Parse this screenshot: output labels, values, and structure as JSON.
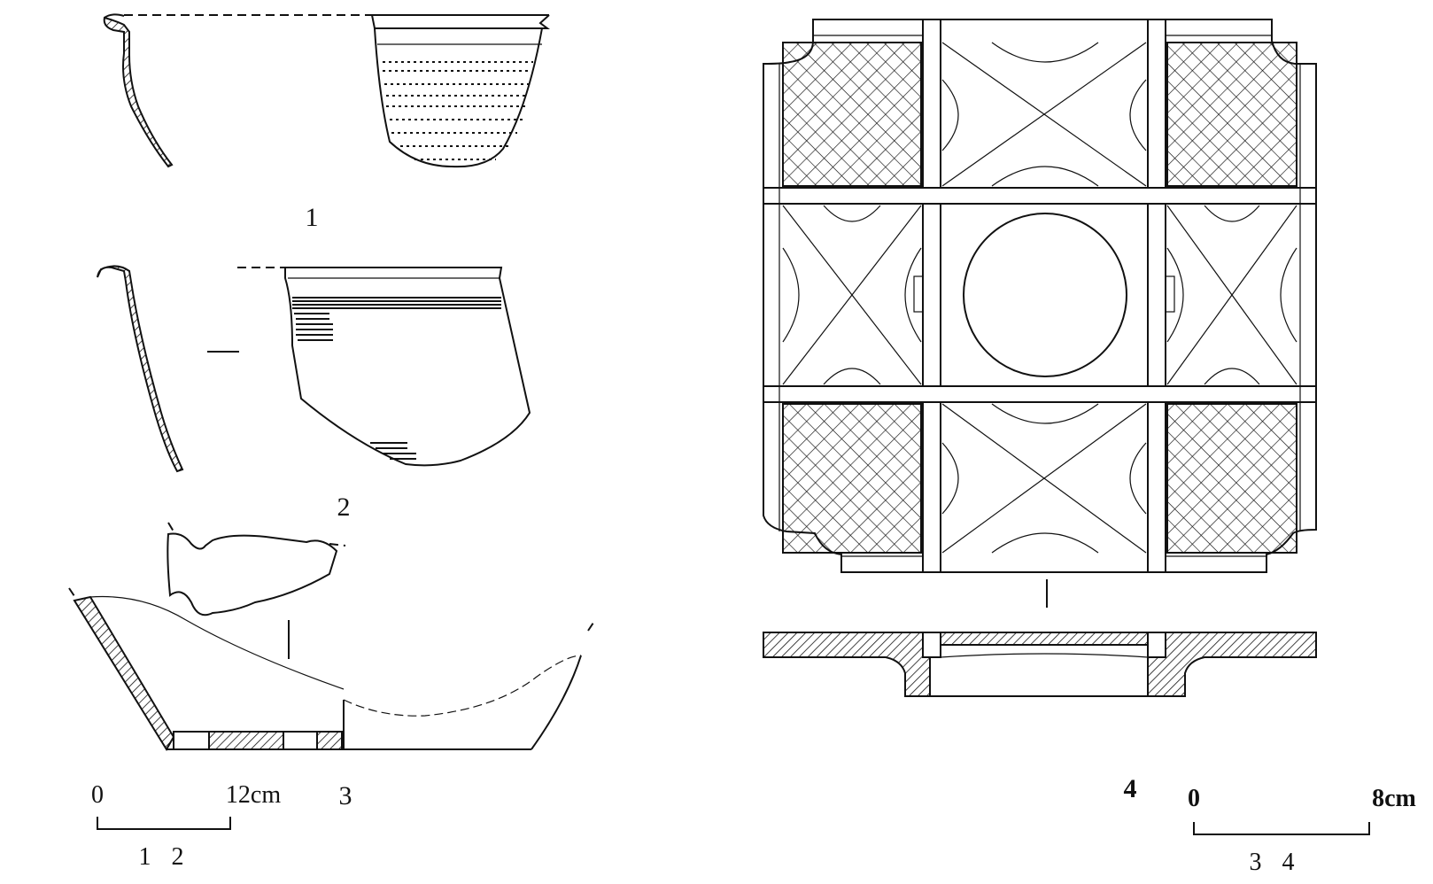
{
  "figure_labels": {
    "fig1": "1",
    "fig2": "2",
    "fig3": "3",
    "fig4": "4"
  },
  "scale_bar_left": {
    "start": "0",
    "end": "12cm",
    "applies_to": "1 2"
  },
  "scale_bar_right": {
    "start": "0",
    "end": "8cm",
    "applies_to": "3 4"
  },
  "colors": {
    "ink": "#111111",
    "paper": "#ffffff"
  }
}
